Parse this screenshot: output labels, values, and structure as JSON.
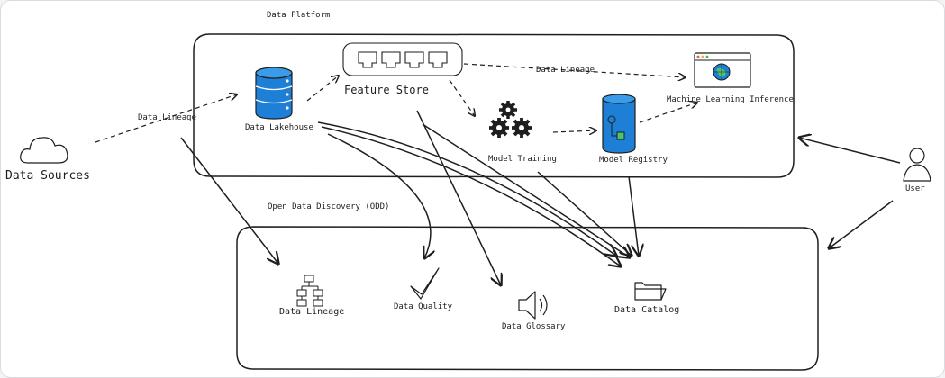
{
  "colors": {
    "ink": "#1e1e1e",
    "db_blue": "#1e7fd6",
    "db_blue_light": "#3a9be8",
    "panel": "#ffffff"
  },
  "data_platform": {
    "title": "Data Platform",
    "nodes": {
      "data_lakehouse": "Data Lakehouse",
      "feature_store": "Feature Store",
      "model_training": "Model Training",
      "model_registry": "Model Registry",
      "ml_inference": "Machine Learning Inference"
    },
    "edge_labels": {
      "lineage_to_inference": "Data Lineage"
    }
  },
  "sources": {
    "label": "Data Sources",
    "edge_label": "Data Lineage"
  },
  "user": {
    "label": "User"
  },
  "odd": {
    "title": "Open Data Discovery (ODD)",
    "nodes": {
      "data_lineage": "Data Lineage",
      "data_quality": "Data Quality",
      "data_glossary": "Data Glossary",
      "data_catalog": "Data Catalog"
    }
  },
  "icons": {
    "cloud": "cloud-icon",
    "database": "database-icon",
    "feature_store": "feature-store-icon",
    "gears": "gears-icon",
    "registry": "model-registry-icon",
    "browser": "browser-globe-icon",
    "person": "user-icon",
    "hierarchy": "hierarchy-icon",
    "checkmark": "checkmark-icon",
    "speaker": "speaker-icon",
    "folder": "folder-icon"
  }
}
